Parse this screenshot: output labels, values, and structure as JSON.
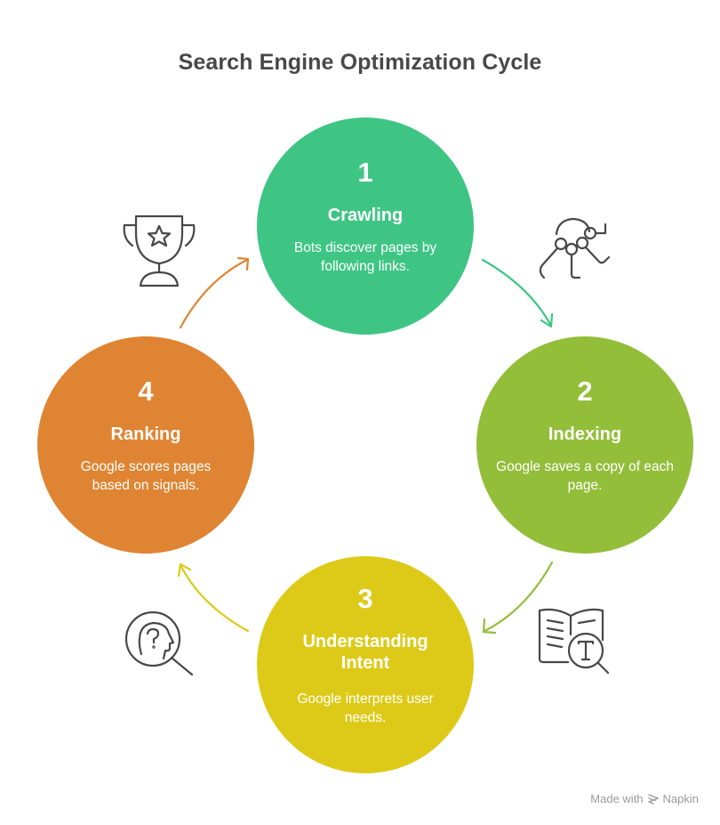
{
  "title": "Search Engine Optimization Cycle",
  "steps": [
    {
      "number": "1",
      "name": "Crawling",
      "description": "Bots discover pages by following links.",
      "color": "#3EC584",
      "icon": "crawler-nodes-icon"
    },
    {
      "number": "2",
      "name": "Indexing",
      "description": "Google saves a copy of each page.",
      "color": "#93BE3A",
      "icon": "book-search-icon"
    },
    {
      "number": "3",
      "name": "Understanding Intent",
      "description": "Google interprets user needs.",
      "color": "#DDCA18",
      "icon": "head-question-search-icon"
    },
    {
      "number": "4",
      "name": "Ranking",
      "description": "Google scores pages based on signals.",
      "color": "#DF8432",
      "icon": "trophy-star-icon"
    }
  ],
  "icon_color": "#484848",
  "footer": {
    "made_with": "Made with",
    "brand": "Napkin"
  }
}
